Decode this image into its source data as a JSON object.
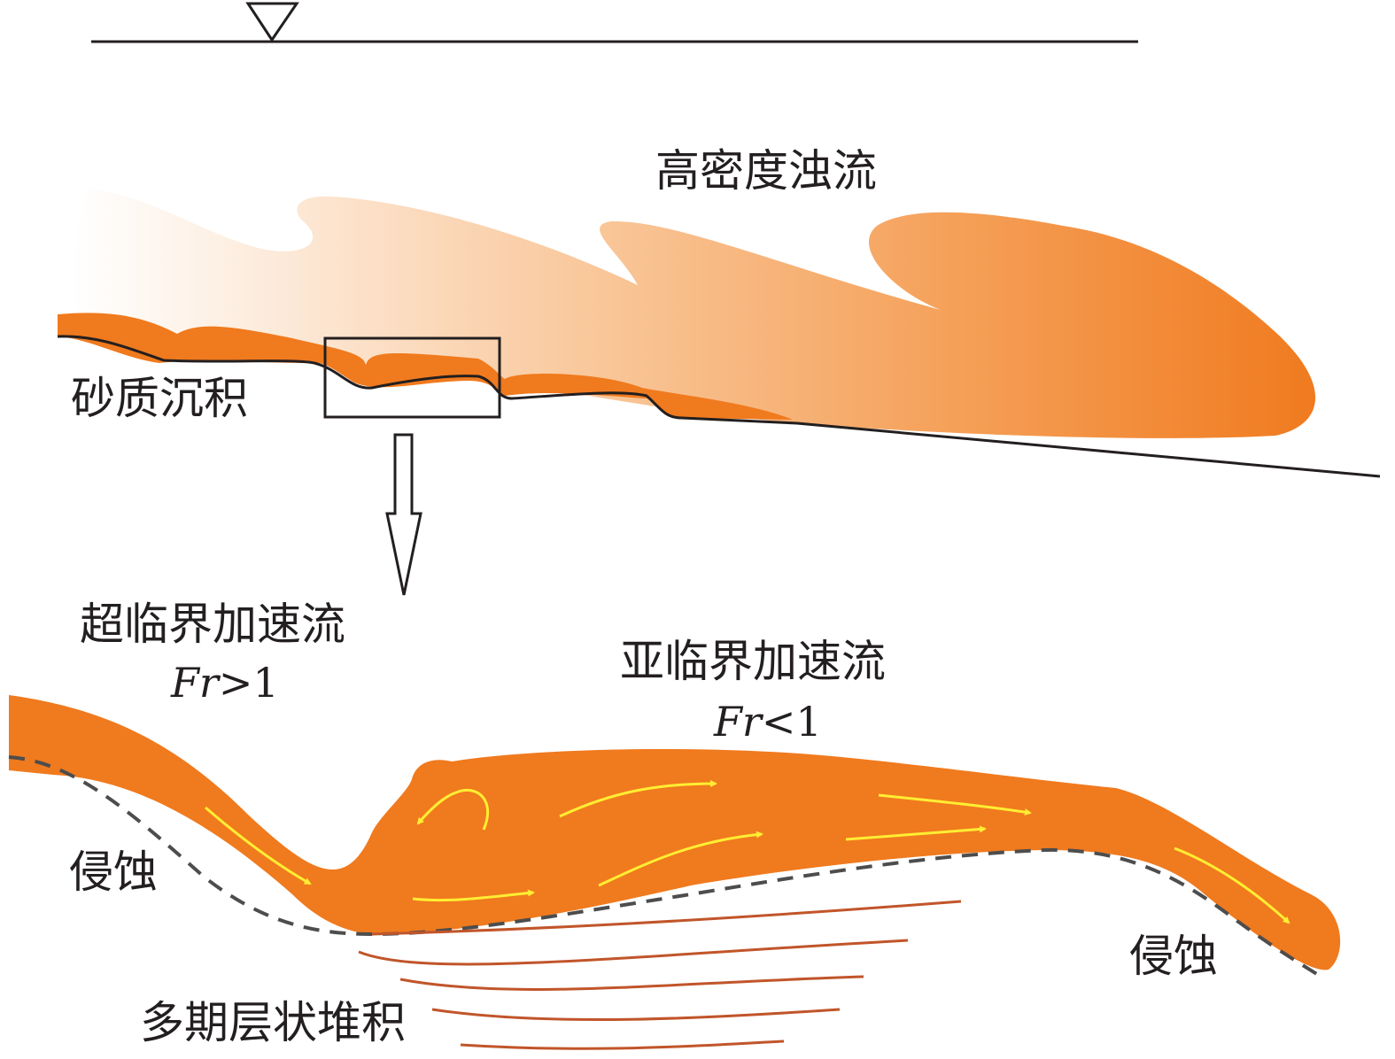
{
  "labels": {
    "high_density_turbidity_current": "高密度浊流",
    "sandy_deposit": "砂质沉积",
    "supercritical_accelerating_flow": "超临界加速流",
    "supercritical_froude_var": "Fr",
    "supercritical_froude_rel": ">1",
    "subcritical_accelerating_flow": "亚临界加速流",
    "subcritical_froude_var": "Fr",
    "subcritical_froude_rel": "<1",
    "erosion_left": "侵蚀",
    "erosion_right": "侵蚀",
    "multi_stage_layered_deposit": "多期层状堆积"
  },
  "colors": {
    "flow_orange": "#f07a1e",
    "flow_fade": "#fbe2cb",
    "flow_arrow_yellow": "#ffee33",
    "bedding_lines": "#c1552a",
    "erosion_line": "#4d4d4d",
    "outline": "#231f20"
  },
  "icons": {
    "water_level": "inverted-triangle-icon",
    "zoom_arrow": "hollow-down-arrow-icon"
  }
}
